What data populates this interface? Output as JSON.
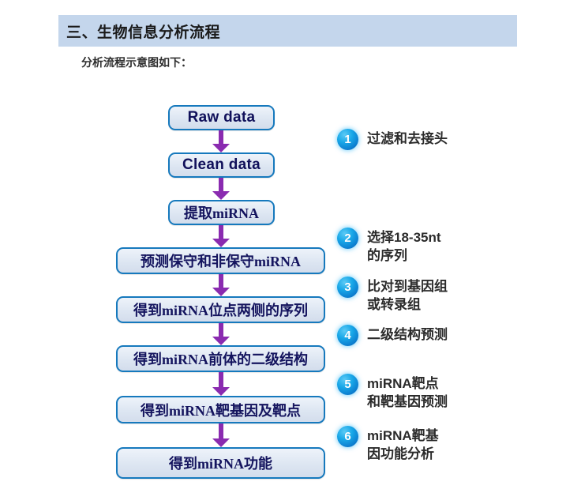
{
  "header": {
    "title": "三、生物信息分析流程",
    "band_color": "#c4d6ec"
  },
  "subtitle": "分析流程示意图如下：",
  "diagram": {
    "box_border_color": "#1679bd",
    "box_fill_color": "#dde6f2",
    "arrow_color": "#8a2bb0",
    "boxes": [
      {
        "id": "raw-data",
        "label": "Raw data",
        "lang": "en"
      },
      {
        "id": "clean-data",
        "label": "Clean data",
        "lang": "en"
      },
      {
        "id": "extract-mirna",
        "label": "提取miRNA",
        "lang": "cn"
      },
      {
        "id": "predict-mirna",
        "label": "预测保守和非保守miRNA",
        "lang": "cn"
      },
      {
        "id": "flanking-seq",
        "label": "得到miRNA位点两侧的序列",
        "lang": "cn"
      },
      {
        "id": "precursor-struct",
        "label": "得到miRNA前体的二级结构",
        "lang": "cn"
      },
      {
        "id": "target-genes",
        "label": "得到miRNA靶基因及靶点",
        "lang": "cn"
      },
      {
        "id": "mirna-function",
        "label": "得到miRNA功能",
        "lang": "cn"
      }
    ],
    "annotations": [
      {
        "number": "1",
        "text": "过滤和去接头"
      },
      {
        "number": "2",
        "text": "选择18-35nt\n的序列"
      },
      {
        "number": "3",
        "text": "比对到基因组\n或转录组"
      },
      {
        "number": "4",
        "text": "二级结构预测"
      },
      {
        "number": "5",
        "text": "miRNA靶点\n和靶基因预测"
      },
      {
        "number": "6",
        "text": "miRNA靶基\n因功能分析"
      }
    ]
  }
}
